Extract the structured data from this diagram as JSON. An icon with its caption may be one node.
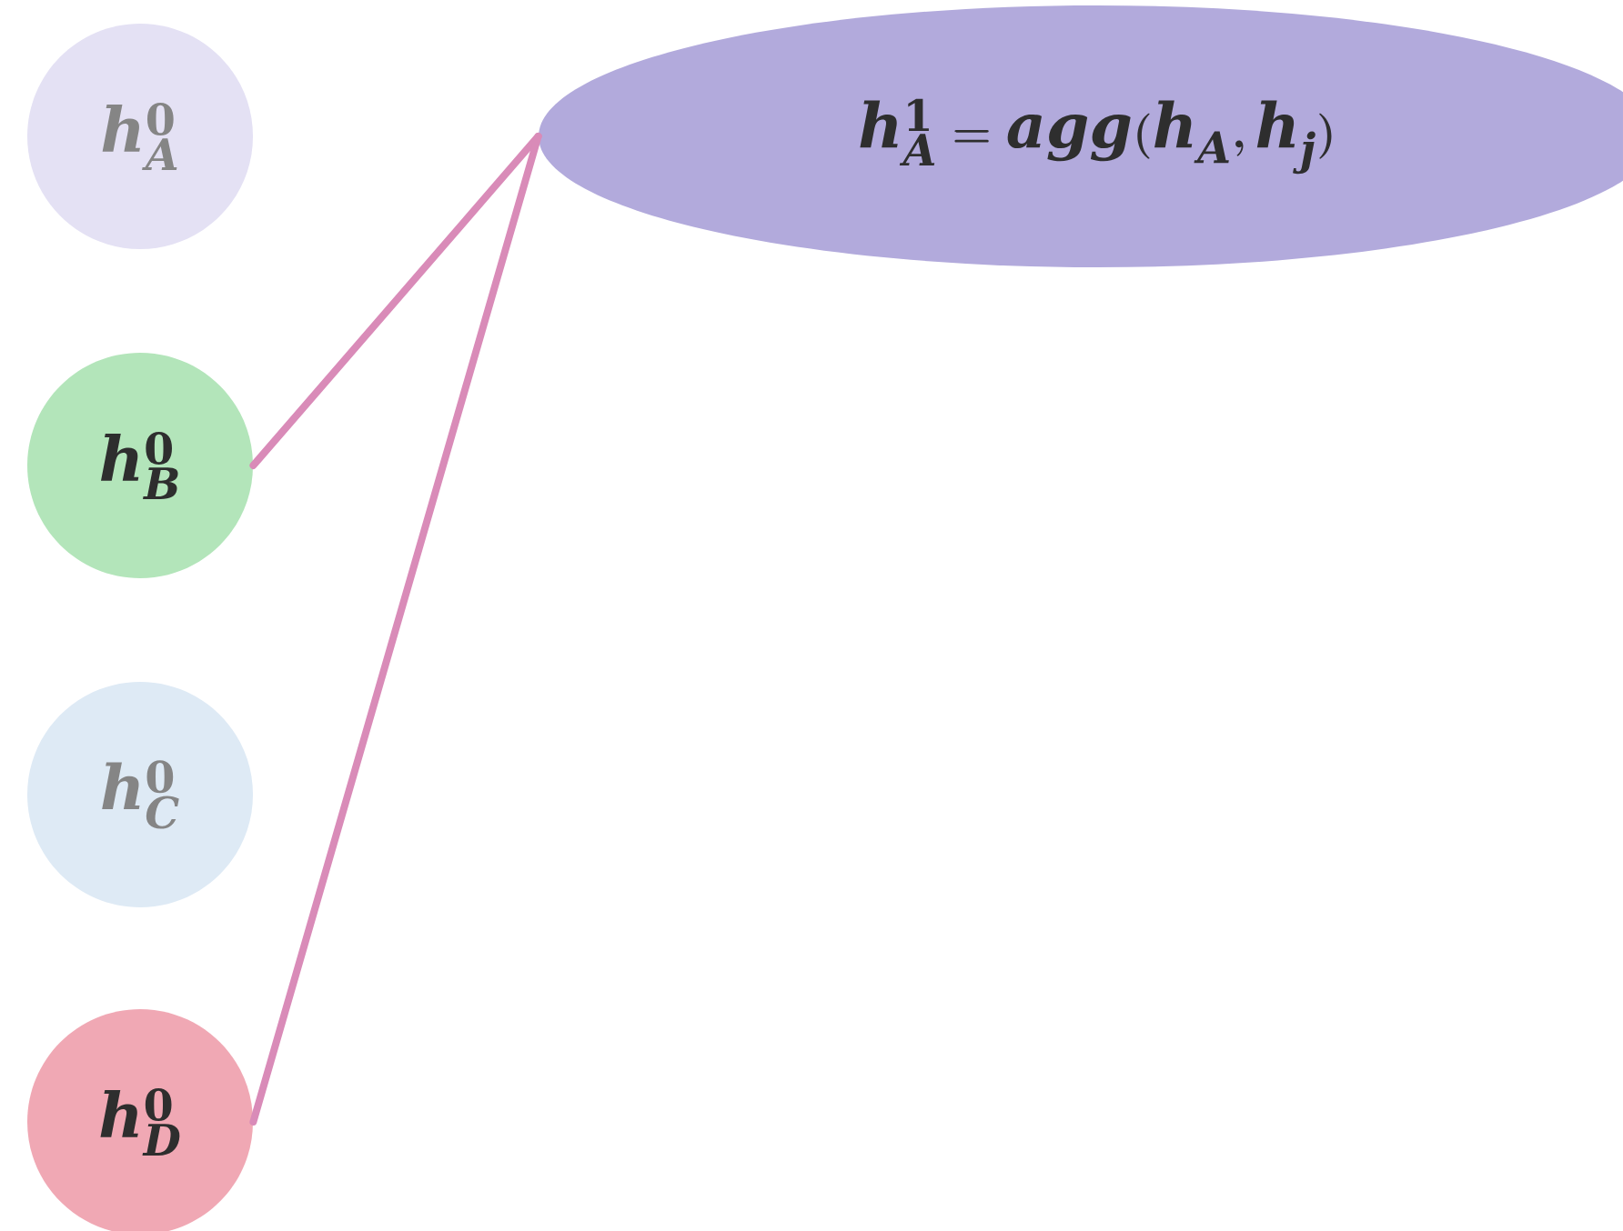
{
  "diagram": {
    "nodes": [
      {
        "text": [
          "\\mathit{h}^{\\mathrm{0}}_{\\mathit{A}}"
        ]
      },
      {
        "text": [
          "\\mathit{h}^{\\mathrm{1}}_{\\mathit{A}}\\mathrel{\\mathrm{=}}\\mathit{agg}\\mathrm{(}\\mathit{h}_{\\mathit{A}}\\mathrm{,}\\,\\mathit{h}_{\\mathit{j}}\\mathrm{)}"
        ]
      },
      {
        "text": [
          "\\mathit{h}^{\\mathrm{0}}_{\\mathit{B}}"
        ]
      },
      {
        "text": [
          "\\mathit{h}^{\\mathrm{0}}_{\\mathit{C}}"
        ]
      },
      {
        "text": [
          "\\mathit{h}^{\\mathrm{0}}_{\\mathit{D}}"
        ]
      }
    ],
    "edges": [
      {
        "from": 2,
        "to": 1,
        "arrow": "none"
      },
      {
        "from": 4,
        "to": 1,
        "arrow": "none"
      }
    ]
  }
}
